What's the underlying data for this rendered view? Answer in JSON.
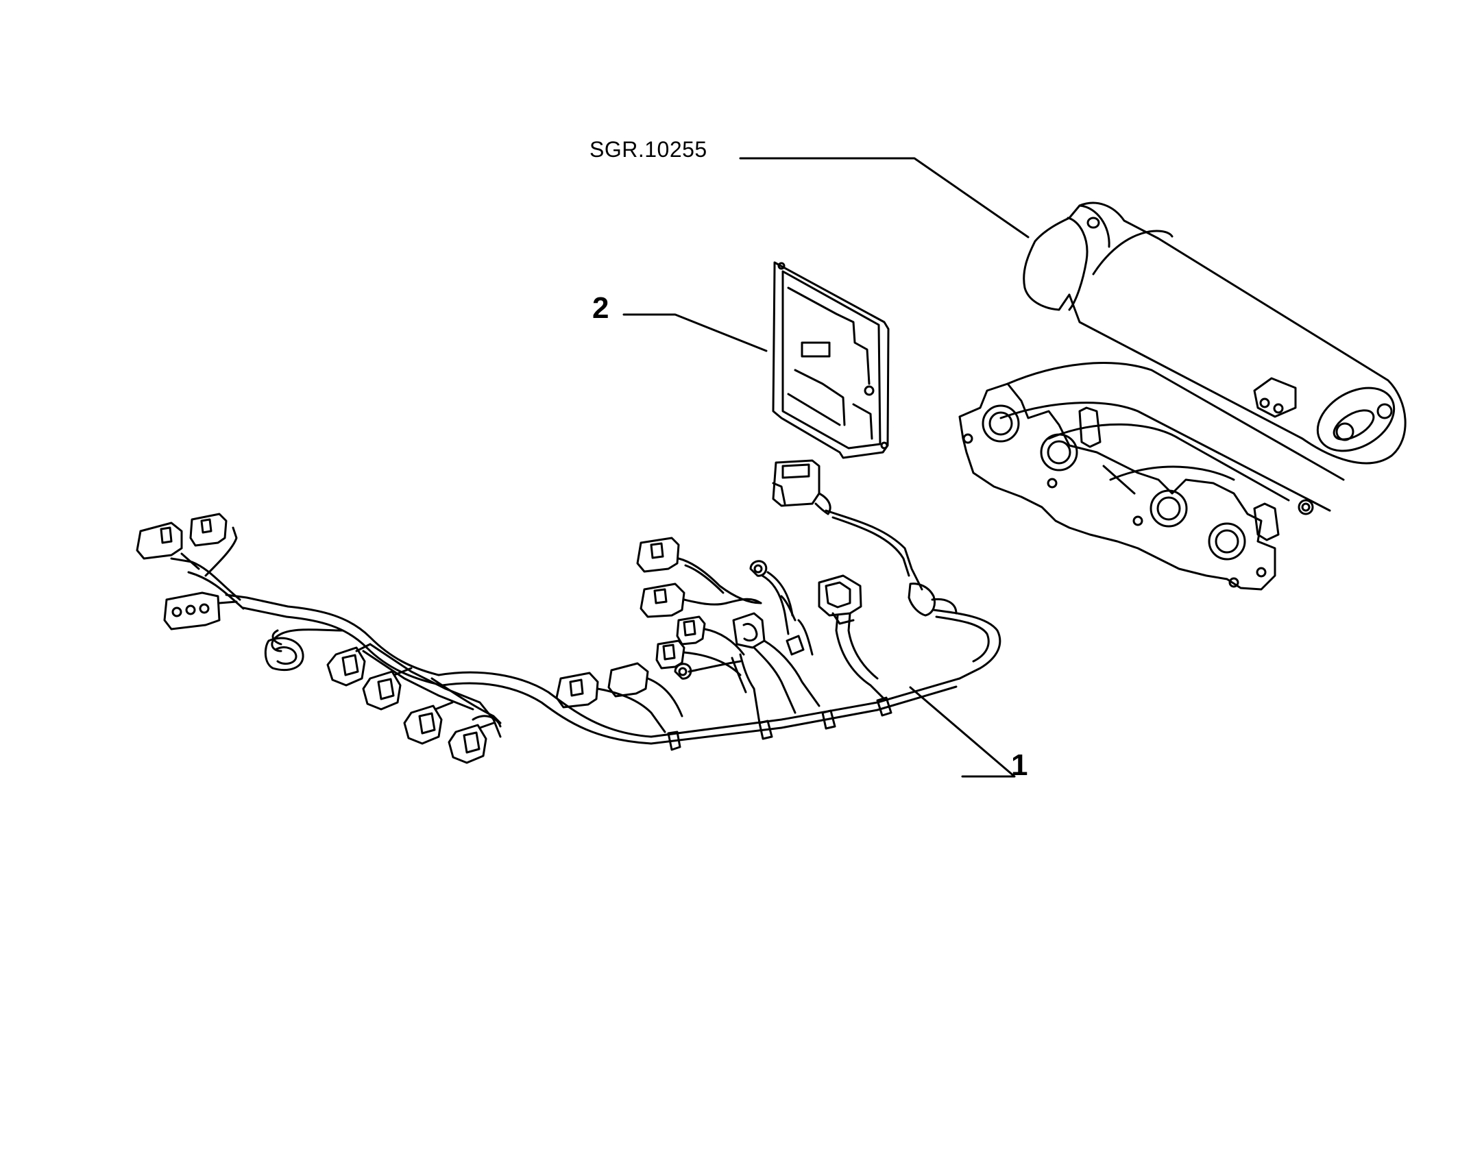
{
  "diagram": {
    "reference_code": "SGR.10255",
    "callouts": [
      {
        "id": "1",
        "label": "1"
      },
      {
        "id": "2",
        "label": "2"
      }
    ]
  },
  "colors": {
    "line": "#000000",
    "background": "#ffffff"
  }
}
